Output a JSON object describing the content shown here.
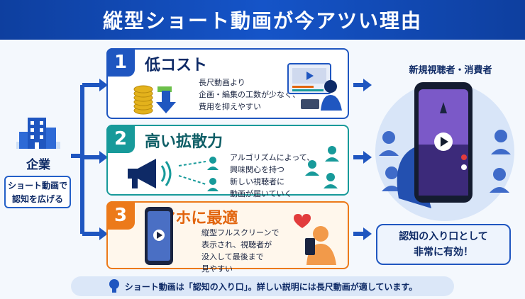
{
  "header": {
    "title": "縦型ショート動画が今アツい理由"
  },
  "company": {
    "label": "企業",
    "description_line1": "ショート動画で",
    "description_line2": "認知を広げる"
  },
  "cards": [
    {
      "number": "1",
      "title": "低コスト",
      "lines": [
        "長尺動画より",
        "企画・編集の工数が少なく、",
        "費用を抑えやすい"
      ]
    },
    {
      "number": "2",
      "title": "高い拡散力",
      "lines": [
        "アルゴリズムによって、",
        "興味関心を持つ",
        "新しい視聴者に",
        "動画が届いていく"
      ]
    },
    {
      "number": "3",
      "title": "スマホに最適",
      "lines": [
        "縦型フルスクリーンで",
        "表示され、視聴者が",
        "没入して最後まで",
        "見やすい"
      ]
    }
  ],
  "audience": {
    "title": "新規視聴者・消費者"
  },
  "effect": {
    "line1": "認知の入り口として",
    "line2": "非常に有効！"
  },
  "footer": {
    "note": "ショート動画は「認知の入り口」。詳しい説明には長尺動画が適しています。"
  },
  "colors": {
    "primary": "#1f56c0",
    "teal": "#179a9a",
    "orange": "#ec7a1a",
    "navy": "#0e2a66"
  },
  "icons": [
    "building-icon",
    "coins-icon",
    "video-editor-icon",
    "megaphone-icon",
    "network-icon",
    "smartphone-icon",
    "heart-user-icon",
    "lightbulb-icon"
  ]
}
